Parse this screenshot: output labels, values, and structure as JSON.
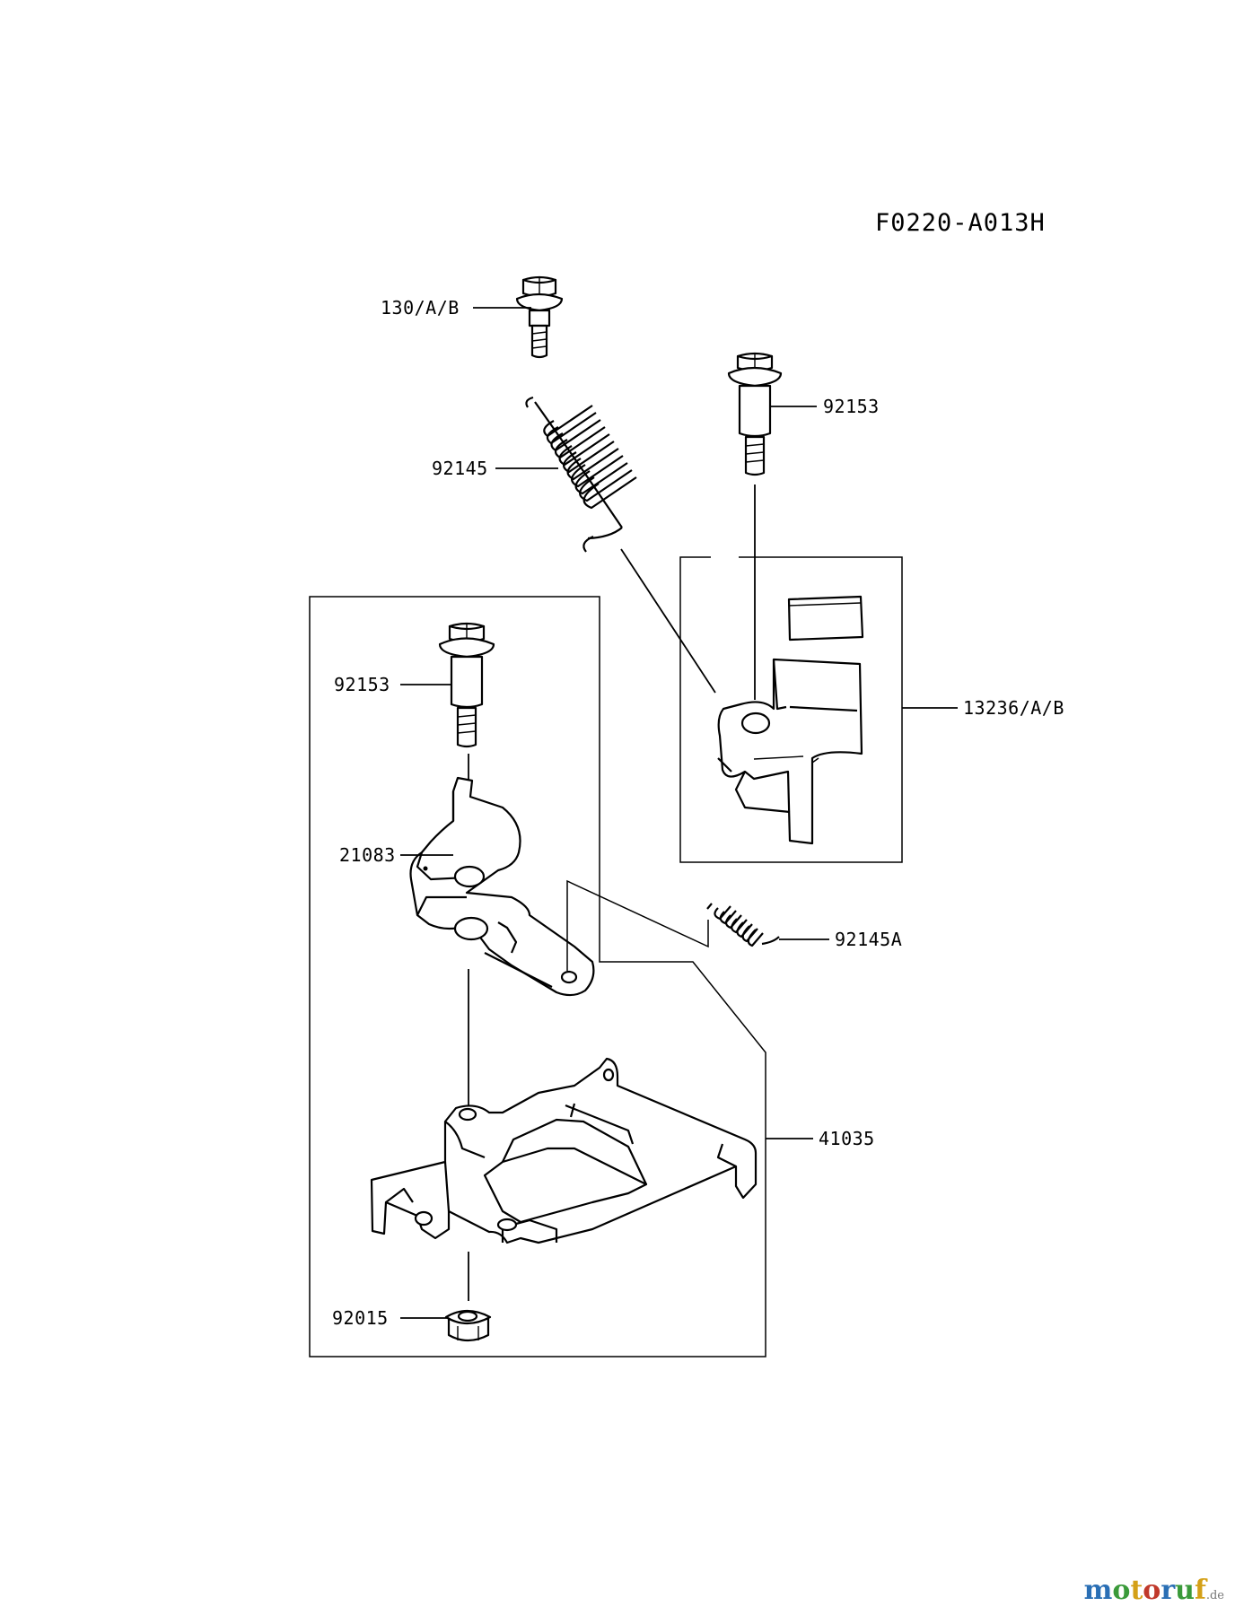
{
  "drawing_code": "F0220-A013H",
  "callouts": {
    "bolt_top": "130/A/B",
    "spring_large": "92145",
    "bolt_right": "92153",
    "bracket_assy": "13236/A/B",
    "bolt_left": "92153",
    "lever": "21083",
    "spring_small": "92145A",
    "plate": "41035",
    "nut": "92015"
  },
  "watermark": {
    "letters": [
      "m",
      "o",
      "t",
      "o",
      "r",
      "u",
      "f"
    ],
    "tld": ".de",
    "colors": [
      "#2a6fb5",
      "#3a9a3a",
      "#d4a017",
      "#c0392b",
      "#2a6fb5",
      "#3a9a3a",
      "#d4a017"
    ]
  }
}
